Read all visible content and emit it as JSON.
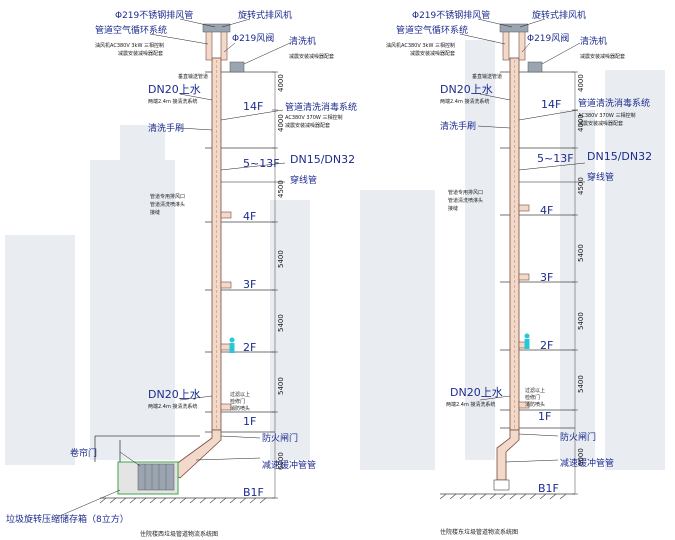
{
  "colors": {
    "background": "#ffffff",
    "skyline": "#e9edf2",
    "pipe_fill": "#f3d9c9",
    "pipe_stroke": "#7a4a3a",
    "floor_line": "#444444",
    "annotation_blue": "#1d2b8f",
    "fan_fill": "#9aa5b1",
    "accent_cyan": "#29c6d8",
    "green": "#3aa64a"
  },
  "left": {
    "top_labels": {
      "exhaust_pipe": "Φ219不锈钢排风管",
      "rotary_fan": "旋转式排风机",
      "air_circulation": "管道空气循环系统",
      "air_circulation_note1": "油风机AC380V 3kW 三相控制",
      "air_circulation_note2": "减震安装减噪器配套",
      "air_duct": "Φ219风阀",
      "cleaner": "清洗机",
      "cleaner_note": "减震安装减噪器配套"
    },
    "water_top": "DN20上水",
    "water_top_note": "两端2.4m 接清洗系统",
    "floor_14": "14F",
    "cleaning_system": "管道清洗消毒系统",
    "cleaning_note1": "AC380V 370W 三相控制",
    "cleaning_note2": "减震安装减噪器配套",
    "cleaning_brush": "清洗手刷",
    "floors_5_13": "5~13F",
    "pipe_size": "DN15/DN32",
    "conduit": "穿线管",
    "floor_4": "4F",
    "floor_3": "3F",
    "floor_2": "2F",
    "floor_1": "1F",
    "floor_b1": "B1F",
    "water_bottom": "DN20上水",
    "water_bottom_note": "两端2.4m 接清洗系统",
    "fire_valve": "防火闸门",
    "buffer": "减速缓冲管管",
    "trash_door": "卷帘门",
    "compressor": "垃圾旋转压缩储存箱（8立方）",
    "small_notes": {
      "top_note": "垂直输送管道",
      "mid_note1": "管道专用排风口",
      "mid_note2": "管道清洗喷淋头",
      "mid_note3": "接缝",
      "bottom_note1": "过滤以上",
      "bottom_note2": "检修门",
      "bottom_note3": "消防喷头"
    },
    "dimensions": [
      "4000",
      "4000",
      "4500",
      "5400",
      "5400",
      "5400",
      "6000"
    ],
    "caption": "住院楼西垃圾管道物流系统图"
  },
  "right": {
    "top_labels": {
      "exhaust_pipe": "Φ219不锈钢排风管",
      "rotary_fan": "旋转式排风机",
      "air_circulation": "管道空气循环系统",
      "air_circulation_note1": "油风机AC380V 3kW 三相控制",
      "air_circulation_note2": "减震安装减噪器配套",
      "air_duct": "Φ219风阀",
      "cleaner": "清洗机",
      "cleaner_note": "减震安装减噪器配套"
    },
    "water_top": "DN20上水",
    "water_top_note": "两端2.4m 接清洗系统",
    "floor_14": "14F",
    "cleaning_system": "管道清洗消毒系统",
    "cleaning_note1": "AC380V 370W 三相控制",
    "cleaning_note2": "减震安装减噪器配套",
    "cleaning_brush": "清洗手刷",
    "floors_5_13": "5~13F",
    "pipe_size": "DN15/DN32",
    "conduit": "穿线管",
    "floor_4": "4F",
    "floor_3": "3F",
    "floor_2": "2F",
    "floor_1": "1F",
    "floor_b1": "B1F",
    "water_bottom": "DN20上水",
    "water_bottom_note": "两端2.4m 接清洗系统",
    "fire_valve": "防火闸门",
    "buffer": "减速缓冲管管",
    "small_notes": {
      "top_note": "垂直输送管道",
      "mid_note1": "管道专用排风口",
      "mid_note2": "管道清洗喷淋头",
      "mid_note3": "接缝",
      "bottom_note1": "过滤以上",
      "bottom_note2": "检修门",
      "bottom_note3": "消防喷头"
    },
    "dimensions": [
      "4000",
      "4000",
      "4500",
      "5400",
      "5400",
      "5400",
      "6000"
    ],
    "caption": "住院楼东垃圾管道物流系统图"
  }
}
